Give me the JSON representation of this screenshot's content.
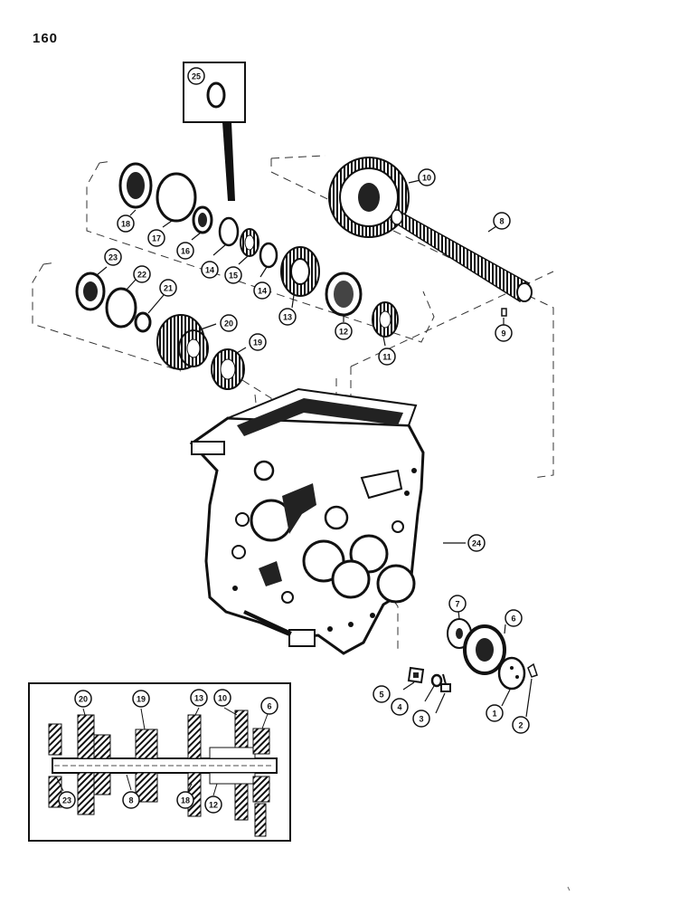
{
  "page_number": "160",
  "callouts": [
    {
      "id": "c1",
      "label": "1"
    },
    {
      "id": "c2",
      "label": "2"
    },
    {
      "id": "c3",
      "label": "3"
    },
    {
      "id": "c4",
      "label": "4"
    },
    {
      "id": "c5",
      "label": "5"
    },
    {
      "id": "c6",
      "label": "6"
    },
    {
      "id": "c7",
      "label": "7"
    },
    {
      "id": "c8",
      "label": "8"
    },
    {
      "id": "c9",
      "label": "9"
    },
    {
      "id": "c10",
      "label": "10"
    },
    {
      "id": "c11",
      "label": "11"
    },
    {
      "id": "c12",
      "label": "12"
    },
    {
      "id": "c13",
      "label": "13"
    },
    {
      "id": "c14a",
      "label": "14"
    },
    {
      "id": "c14b",
      "label": "14"
    },
    {
      "id": "c15",
      "label": "15"
    },
    {
      "id": "c16",
      "label": "16"
    },
    {
      "id": "c17",
      "label": "17"
    },
    {
      "id": "c18",
      "label": "18"
    },
    {
      "id": "c19",
      "label": "19"
    },
    {
      "id": "c20",
      "label": "20"
    },
    {
      "id": "c21",
      "label": "21"
    },
    {
      "id": "c22",
      "label": "22"
    },
    {
      "id": "c23",
      "label": "23"
    },
    {
      "id": "c24",
      "label": "24"
    },
    {
      "id": "c25",
      "label": "25"
    }
  ],
  "inset_callouts": [
    {
      "id": "i20",
      "label": "20"
    },
    {
      "id": "i19",
      "label": "19"
    },
    {
      "id": "i13",
      "label": "13"
    },
    {
      "id": "i10",
      "label": "10"
    },
    {
      "id": "i6",
      "label": "6"
    },
    {
      "id": "i23",
      "label": "23"
    },
    {
      "id": "i8",
      "label": "8"
    },
    {
      "id": "i18",
      "label": "18"
    },
    {
      "id": "i12",
      "label": "12"
    }
  ]
}
